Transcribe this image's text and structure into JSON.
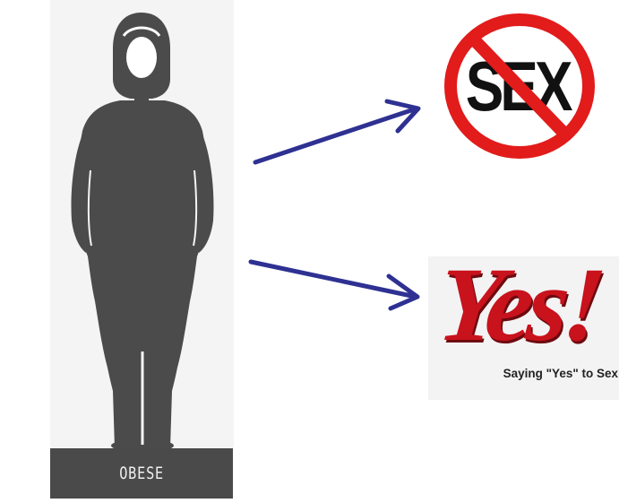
{
  "figure": {
    "label": "OBESE",
    "icon": "woman-silhouette-icon"
  },
  "outcomes": {
    "no": {
      "word": "SEX",
      "icon": "prohibition-sign-icon",
      "ring_color": "#e21b1b"
    },
    "yes": {
      "word": "Yes!",
      "caption": "Saying \"Yes\" to Sex",
      "word_color": "#c8121c"
    }
  },
  "arrow_color": "#2e3192"
}
